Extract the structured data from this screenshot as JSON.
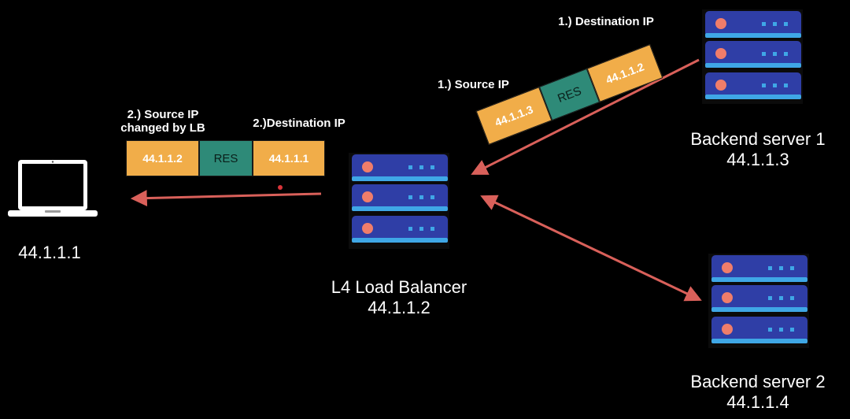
{
  "client": {
    "ip": "44.1.1.1",
    "icon": "laptop-icon"
  },
  "load_balancer": {
    "name": "L4 Load Balancer",
    "ip": "44.1.1.2",
    "icon": "server-rack-icon"
  },
  "backend1": {
    "name": "Backend server 1",
    "ip": "44.1.1.3",
    "icon": "server-rack-icon"
  },
  "backend2": {
    "name": "Backend server 2",
    "ip": "44.1.1.4",
    "icon": "server-rack-icon"
  },
  "packet_response": {
    "source_label": "1.) Source IP",
    "dest_label": "1.) Destination IP",
    "source_ip": "44.1.1.3",
    "payload": "RES",
    "dest_ip": "44.1.1.2"
  },
  "packet_forwarded": {
    "source_label": "2.) Source IP changed by LB",
    "dest_label": "2.)Destination IP",
    "source_ip": "44.1.1.2",
    "payload": "RES",
    "dest_ip": "44.1.1.1"
  },
  "colors": {
    "background": "#000000",
    "arrow": "#d9605a",
    "ip_cell": "#f1ad49",
    "payload_cell": "#2e8a78",
    "server_body": "#2f3ea6",
    "server_accent": "#3fa7e6",
    "server_light": "#f07d6a"
  }
}
